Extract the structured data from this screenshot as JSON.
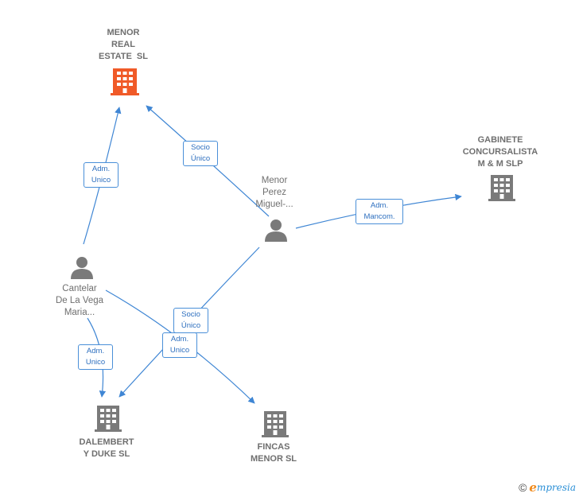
{
  "nodes": {
    "menor_real_estate": {
      "lines": [
        "MENOR",
        "REAL",
        "ESTATE  SL"
      ],
      "color": "#f05a28"
    },
    "gabinete": {
      "lines": [
        "GABINETE",
        "CONCURSALISTA",
        "M & M SLP"
      ],
      "color": "#7a7a7a"
    },
    "menor_perez": {
      "lines": [
        "Menor",
        "Perez",
        "Miguel-..."
      ],
      "color": "#7a7a7a"
    },
    "cantelar": {
      "lines": [
        "Cantelar",
        "De La Vega",
        "Maria..."
      ],
      "color": "#7a7a7a"
    },
    "dalembert": {
      "lines": [
        "DALEMBERT",
        "Y DUKE SL"
      ],
      "color": "#7a7a7a"
    },
    "fincas": {
      "lines": [
        "FINCAS",
        "MENOR SL"
      ],
      "color": "#7a7a7a"
    }
  },
  "edges": {
    "cantelar_to_real_estate": {
      "lines": [
        "Adm.",
        "Unico"
      ]
    },
    "perez_to_real_estate": {
      "lines": [
        "Socio",
        "Único"
      ]
    },
    "perez_to_gabinete": {
      "lines": [
        "Adm.",
        "Mancom."
      ]
    },
    "perez_to_dalembert": {
      "lines": [
        "Socio",
        "Único"
      ]
    },
    "cantelar_to_fincas": {
      "lines": [
        "Adm.",
        "Unico"
      ]
    },
    "cantelar_to_dalembert": {
      "lines": [
        "Adm.",
        "Unico"
      ]
    }
  },
  "footer": {
    "copyright": "©",
    "brand_first": "e",
    "brand_rest": "mpresia"
  },
  "colors": {
    "edge": "#3f86d4",
    "company_highlight": "#f05a28",
    "company": "#7a7a7a",
    "person": "#7a7a7a"
  }
}
